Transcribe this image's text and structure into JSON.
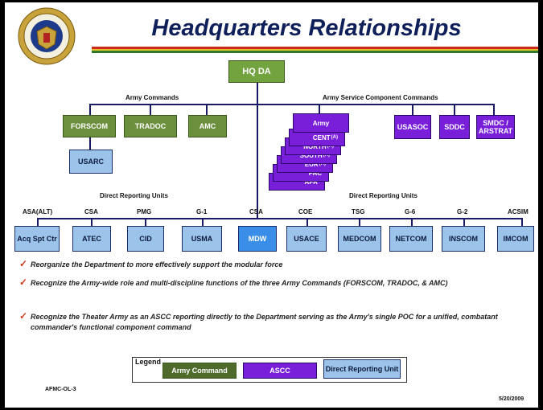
{
  "title": "Headquarters Relationships",
  "hq": "HQ DA",
  "section_labels": {
    "army_commands": "Army Commands",
    "ascc": "Army Service Component Commands",
    "dru_left": "Direct Reporting Units",
    "dru_right": "Direct Reporting Units"
  },
  "army_commands": [
    "FORSCOM",
    "TRADOC",
    "AMC"
  ],
  "usarc": "USARC",
  "ascc_stack": [
    "Army",
    "CENT",
    "NORTH",
    "SOUTH",
    "EUR",
    "PAC",
    "AFR"
  ],
  "ascc_stack_suffix": "(A)",
  "ascc_boxes": [
    "USASOC",
    "SDDC",
    "SMDC / ARSTRAT"
  ],
  "dru_headers": [
    "ASA(ALT)",
    "CSA",
    "PMG",
    "G-1",
    "CSA",
    "COE",
    "TSG",
    "G-6",
    "G-2",
    "ACSIM"
  ],
  "dru_boxes": [
    "Acq Spt Ctr",
    "ATEC",
    "CID",
    "USMA",
    "MDW",
    "USACE",
    "MEDCOM",
    "NETCOM",
    "INSCOM",
    "IMCOM"
  ],
  "bullets": [
    "Reorganize the Department to more effectively support the modular force",
    "Recognize the Army-wide role and multi-discipline functions of the three Army Commands (FORSCOM, TRADOC, & AMC)",
    "Recognize the Theater Army as an ASCC reporting directly to the Department serving as the Army's single POC for a unified, combatant commander's functional component command"
  ],
  "legend": {
    "title": "Legend",
    "items": [
      "Army Command",
      "ASCC",
      "Direct Reporting Unit"
    ]
  },
  "footer_left": "AFMC-OL-3",
  "footer_right": "5/20/2009",
  "colors": {
    "title": "#0f1f5a",
    "army_command": "#6b8f3c",
    "ascc": "#7a1fd9",
    "dru": "#9cc3ea",
    "check": "#d23a1e"
  },
  "icons": {
    "seal": "army-seal-icon",
    "bullet": "checkmark-icon"
  }
}
